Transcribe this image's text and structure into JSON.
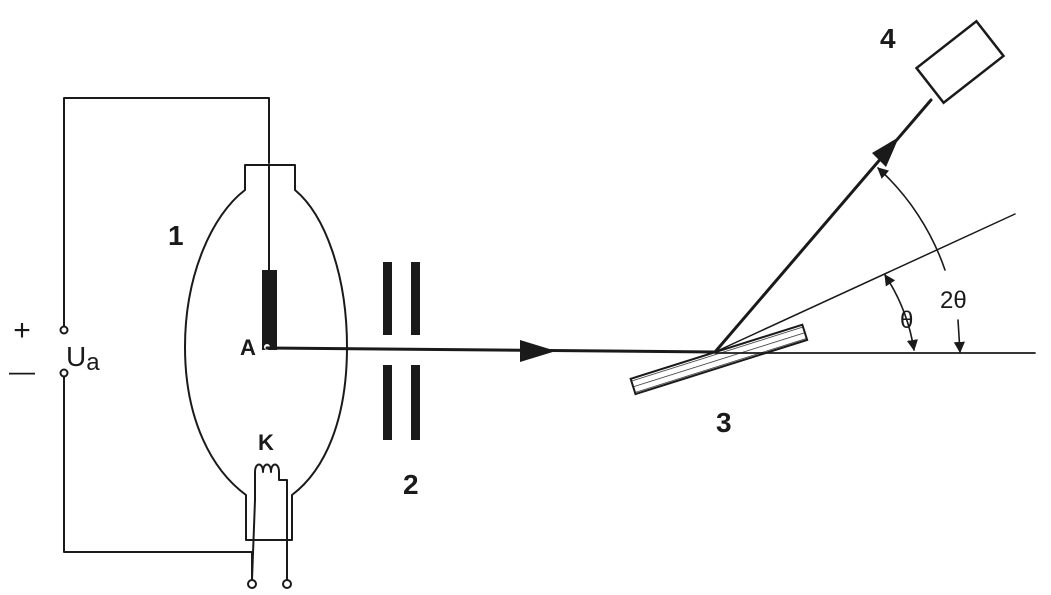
{
  "labels": {
    "tube_number": "1",
    "slits_number": "2",
    "crystal_number": "3",
    "detector_number": "4",
    "anode": "A",
    "cathode": "K",
    "plus": "+",
    "minus": "—",
    "voltage_symbol": "U",
    "voltage_subscript": "a",
    "angle_theta": "θ",
    "angle_two_theta": "2θ"
  }
}
